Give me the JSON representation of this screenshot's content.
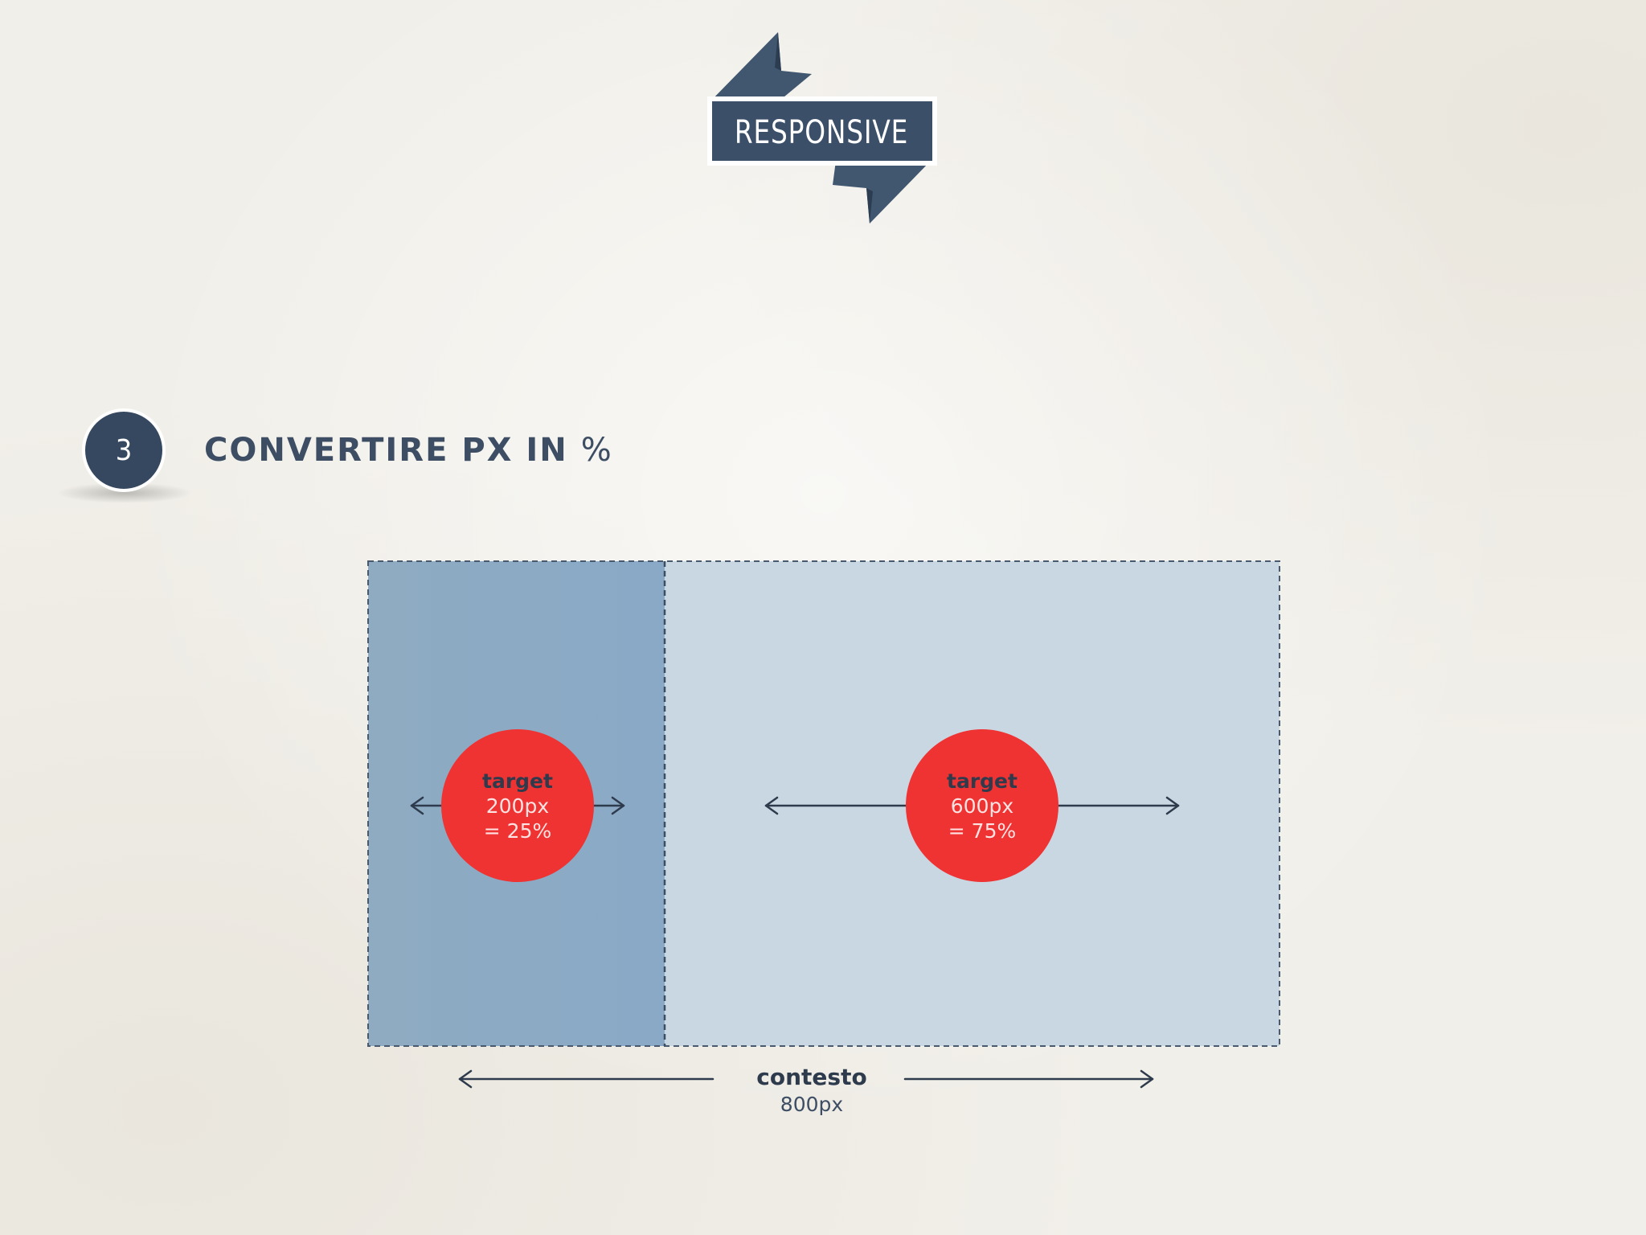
{
  "banner": {
    "label": "RESPONSIVE",
    "color": "#3b4f69"
  },
  "step": {
    "number": "3",
    "title_main": "CONVERTIRE PX IN",
    "title_symbol": "%"
  },
  "diagram": {
    "target_left": {
      "title": "target",
      "px": "200px",
      "pct": "= 25%"
    },
    "target_right": {
      "title": "target",
      "px": "600px",
      "pct": "= 75%"
    },
    "context": {
      "title": "contesto",
      "px": "800px"
    },
    "colors": {
      "left_panel": "#8eabc3",
      "right_panel": "#c9d7e2",
      "circle": "#ef3232",
      "arrow": "#2e3b4d",
      "border": "#4a5a6e"
    }
  }
}
